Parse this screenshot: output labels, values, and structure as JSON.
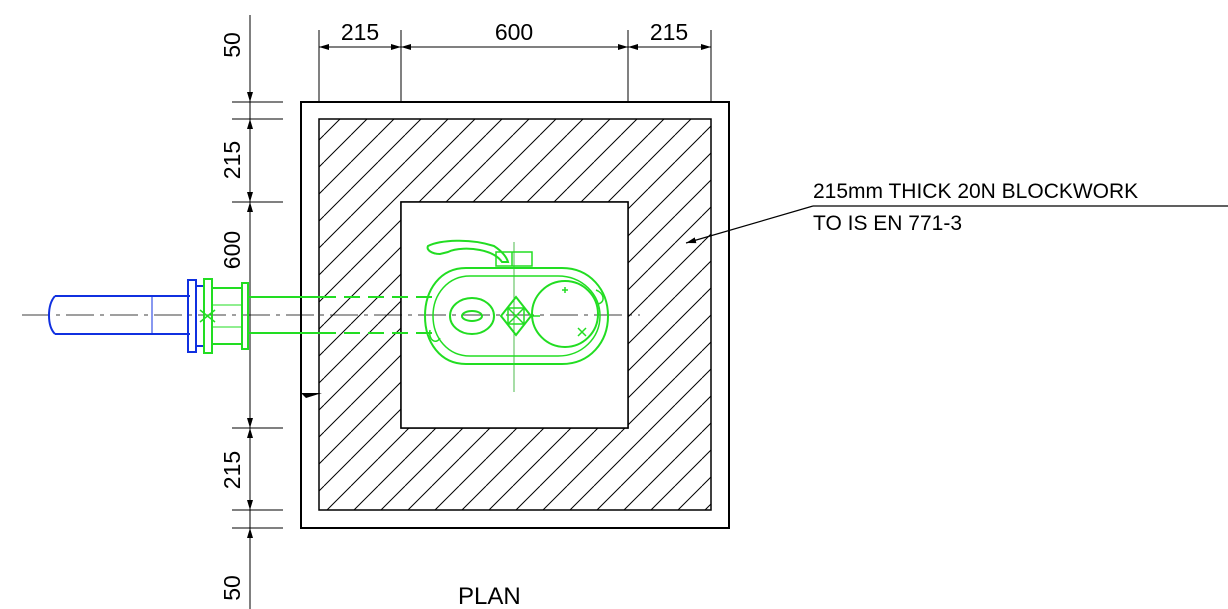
{
  "dimensions": {
    "top": [
      "215",
      "600",
      "215"
    ],
    "left": [
      "50",
      "215",
      "600",
      "215",
      "50"
    ]
  },
  "annotation": {
    "line1": "215mm THICK 20N BLOCKWORK",
    "line2": "TO IS EN 771-3"
  },
  "view_title": "PLAN",
  "colors": {
    "linework": "#000000",
    "fitting": "#22dd22",
    "pipe": "#1030e0"
  }
}
